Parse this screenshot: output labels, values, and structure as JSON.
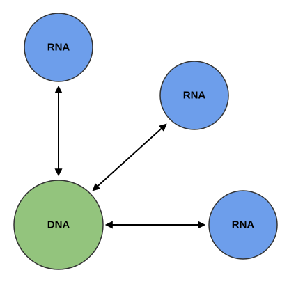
{
  "diagram": {
    "nodes": [
      {
        "id": "dna",
        "label": "DNA",
        "kind": "dna"
      },
      {
        "id": "rna_top",
        "label": "RNA",
        "kind": "rna"
      },
      {
        "id": "rna_right_upper",
        "label": "RNA",
        "kind": "rna"
      },
      {
        "id": "rna_right_lower",
        "label": "RNA",
        "kind": "rna"
      }
    ],
    "edges": [
      {
        "from": "dna",
        "to": "rna_top",
        "direction": "both"
      },
      {
        "from": "dna",
        "to": "rna_right_upper",
        "direction": "both"
      },
      {
        "from": "dna",
        "to": "rna_right_lower",
        "direction": "both"
      }
    ]
  },
  "colors": {
    "dna_fill": "#93c47d",
    "rna_fill": "#6d9eeb",
    "node_stroke": "#333333",
    "edge": "#000000",
    "label": "#000000"
  }
}
